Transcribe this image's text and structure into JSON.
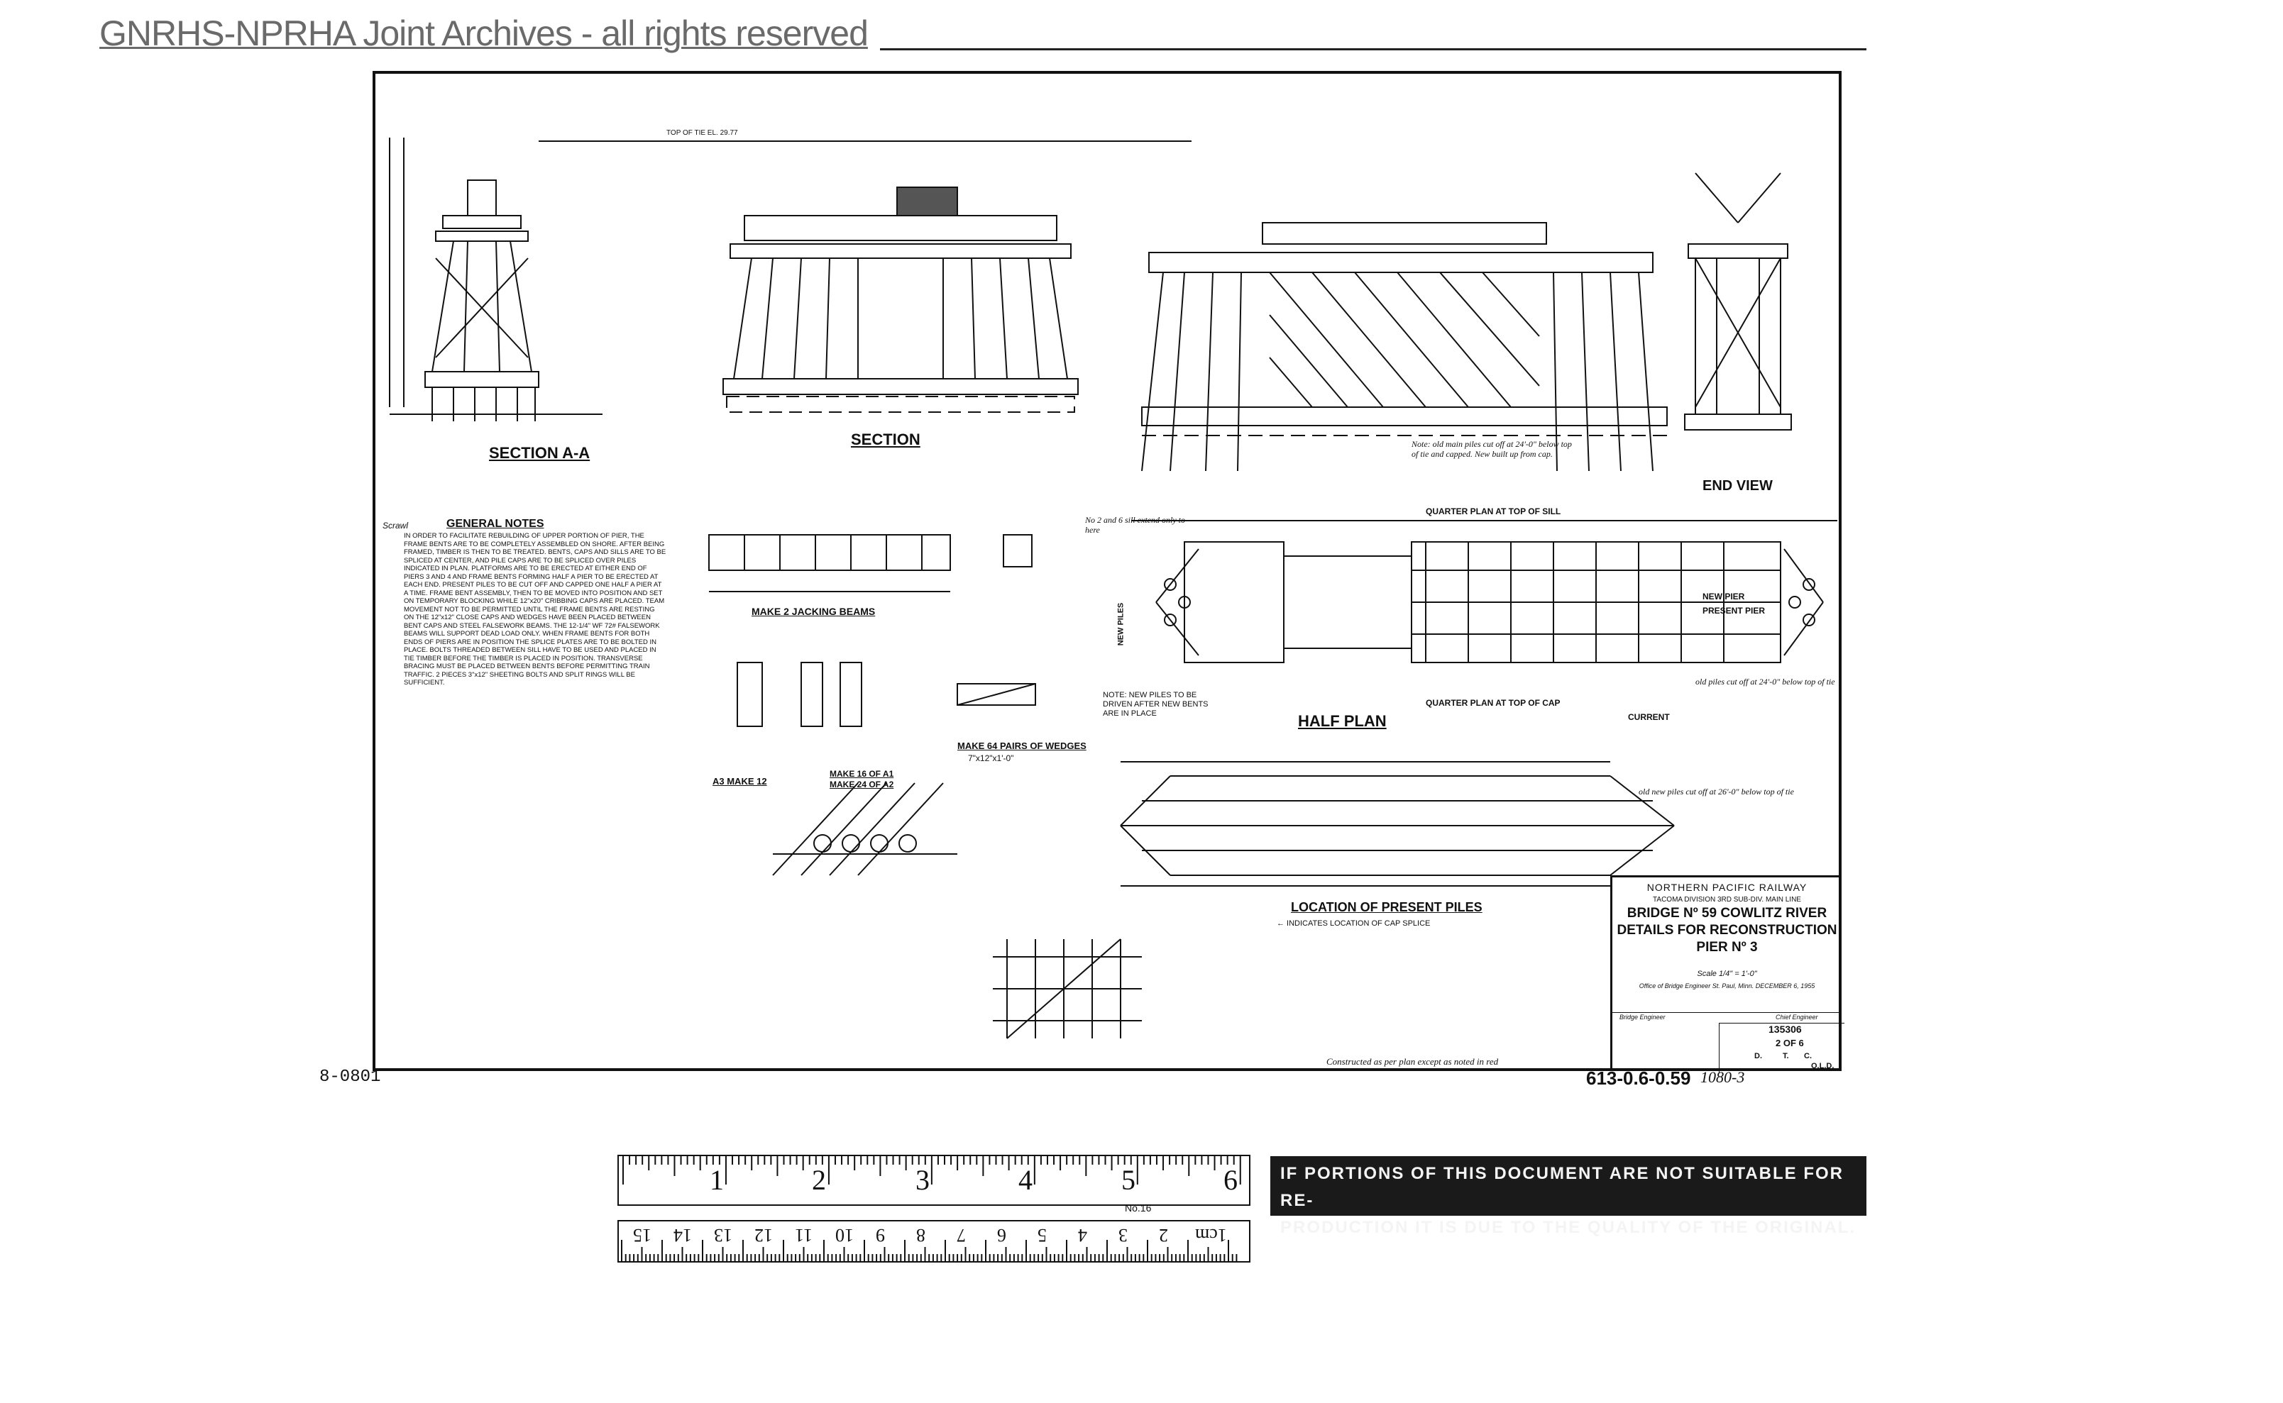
{
  "header": {
    "banner": "GNRHS-NPRHA Joint Archives - all rights reserved"
  },
  "drawing": {
    "views": {
      "section_aa": "SECTION A-A",
      "section": "SECTION",
      "end_view": "END VIEW",
      "half_plan": "HALF PLAN",
      "location_piles": "LOCATION OF PRESENT PILES",
      "location_sub": "← INDICATES LOCATION OF CAP SPLICE",
      "jacking_beams": "MAKE 2 JACKING BEAMS",
      "wedges": "MAKE 64 PAIRS OF WEDGES",
      "wedges_size": "7\"x12\"x1'-0\"",
      "a3": "A3 MAKE 12",
      "a1a2": "MAKE 16 OF A1",
      "a1a2b": "MAKE 24 OF A2",
      "quarter_sill": "QUARTER PLAN AT TOP OF SILL",
      "quarter_cap": "QUARTER PLAN AT TOP OF CAP",
      "current": "CURRENT",
      "new_piles_note": "NOTE: NEW PILES TO BE DRIVEN AFTER NEW BENTS ARE IN PLACE",
      "new_pier": "NEW PIER",
      "present_pier": "PRESENT PIER",
      "top_of_rail": "TOP OF TIE EL. 29.77",
      "new_piles": "NEW PILES",
      "note_old": "Note: old main piles cut off at 24'-0\" below top of tie and capped. New built up from cap.",
      "old_piles": "old piles cut off at 24'-0\" below top of tie",
      "old_piles_2": "old new piles cut off at 26'-0\" below top of tie",
      "sill_extend": "No 2 and 6 sill extend only to here",
      "constructed": "Constructed as per plan except as noted in red"
    },
    "general_notes": {
      "heading": "GENERAL NOTES",
      "prefix": "Scrawl",
      "body": "IN ORDER TO FACILITATE REBUILDING OF UPPER PORTION OF PIER, THE FRAME BENTS ARE TO BE COMPLETELY ASSEMBLED ON SHORE. AFTER BEING FRAMED, TIMBER IS THEN TO BE TREATED. BENTS, CAPS AND SILLS ARE TO BE SPLICED AT CENTER, AND PILE CAPS ARE TO BE SPLICED OVER PILES INDICATED IN PLAN. PLATFORMS ARE TO BE ERECTED AT EITHER END OF PIERS 3 AND 4 AND FRAME BENTS FORMING HALF A PIER TO BE ERECTED AT EACH END. PRESENT PILES TO BE CUT OFF AND CAPPED ONE HALF A PIER AT A TIME. FRAME BENT ASSEMBLY, THEN TO BE MOVED INTO POSITION AND SET ON TEMPORARY BLOCKING WHILE 12\"x20\" CRIBBING CAPS ARE PLACED. TEAM MOVEMENT NOT TO BE PERMITTED UNTIL THE FRAME BENTS ARE RESTING ON THE 12\"x12\" CLOSE CAPS AND WEDGES HAVE BEEN PLACED BETWEEN BENT CAPS AND STEEL FALSEWORK BEAMS. THE 12-1/4\" WF 72# FALSEWORK BEAMS WILL SUPPORT DEAD LOAD ONLY. WHEN FRAME BENTS FOR BOTH ENDS OF PIERS ARE IN POSITION THE SPLICE PLATES ARE TO BE BOLTED IN PLACE. BOLTS THREADED BETWEEN SILL HAVE TO BE USED AND PLACED IN TIE TIMBER BEFORE THE TIMBER IS PLACED IN POSITION. TRANSVERSE BRACING MUST BE PLACED BETWEEN BENTS BEFORE PERMITTING TRAIN TRAFFIC. 2 PIECES 3\"x12\" SHEETING BOLTS AND SPLIT RINGS WILL BE SUFFICIENT."
    },
    "title_block": {
      "railway": "NORTHERN PACIFIC RAILWAY",
      "division": "TACOMA DIVISION 3RD SUB-DIV. MAIN LINE",
      "bridge": "BRIDGE Nº 59 COWLITZ RIVER",
      "details": "DETAILS FOR RECONSTRUCTION",
      "pier": "PIER Nº 3",
      "scale": "Scale 1/4\" = 1'-0\"",
      "office": "Office of Bridge Engineer  St. Paul, Minn. DECEMBER 6, 1955",
      "drawing_no": "135306",
      "sheet": "2 OF 6",
      "signoff_1": "D.",
      "signoff_2": "T.",
      "signoff_3": "C.",
      "signoff_4": "O.L.D.",
      "chief": "Chief Engineer",
      "bridge_engineer": "Bridge Engineer"
    }
  },
  "footer": {
    "doc_code": "8-0801",
    "ref_code": "613-0.6-0.59",
    "ref_extra": "1080-3",
    "warning_line1": "IF PORTIONS OF THIS DOCUMENT ARE NOT SUITABLE FOR RE-",
    "warning_line2": "PRODUCTION IT IS DUE TO THE QUALITY OF THE ORIGINAL."
  },
  "ruler": {
    "inches": [
      "1",
      "2",
      "3",
      "4",
      "5",
      "6"
    ],
    "cm": [
      "1cm",
      "2",
      "3",
      "4",
      "5",
      "6",
      "7",
      "8",
      "9",
      "10",
      "11",
      "12",
      "13",
      "14",
      "15"
    ],
    "label": "No.16"
  }
}
